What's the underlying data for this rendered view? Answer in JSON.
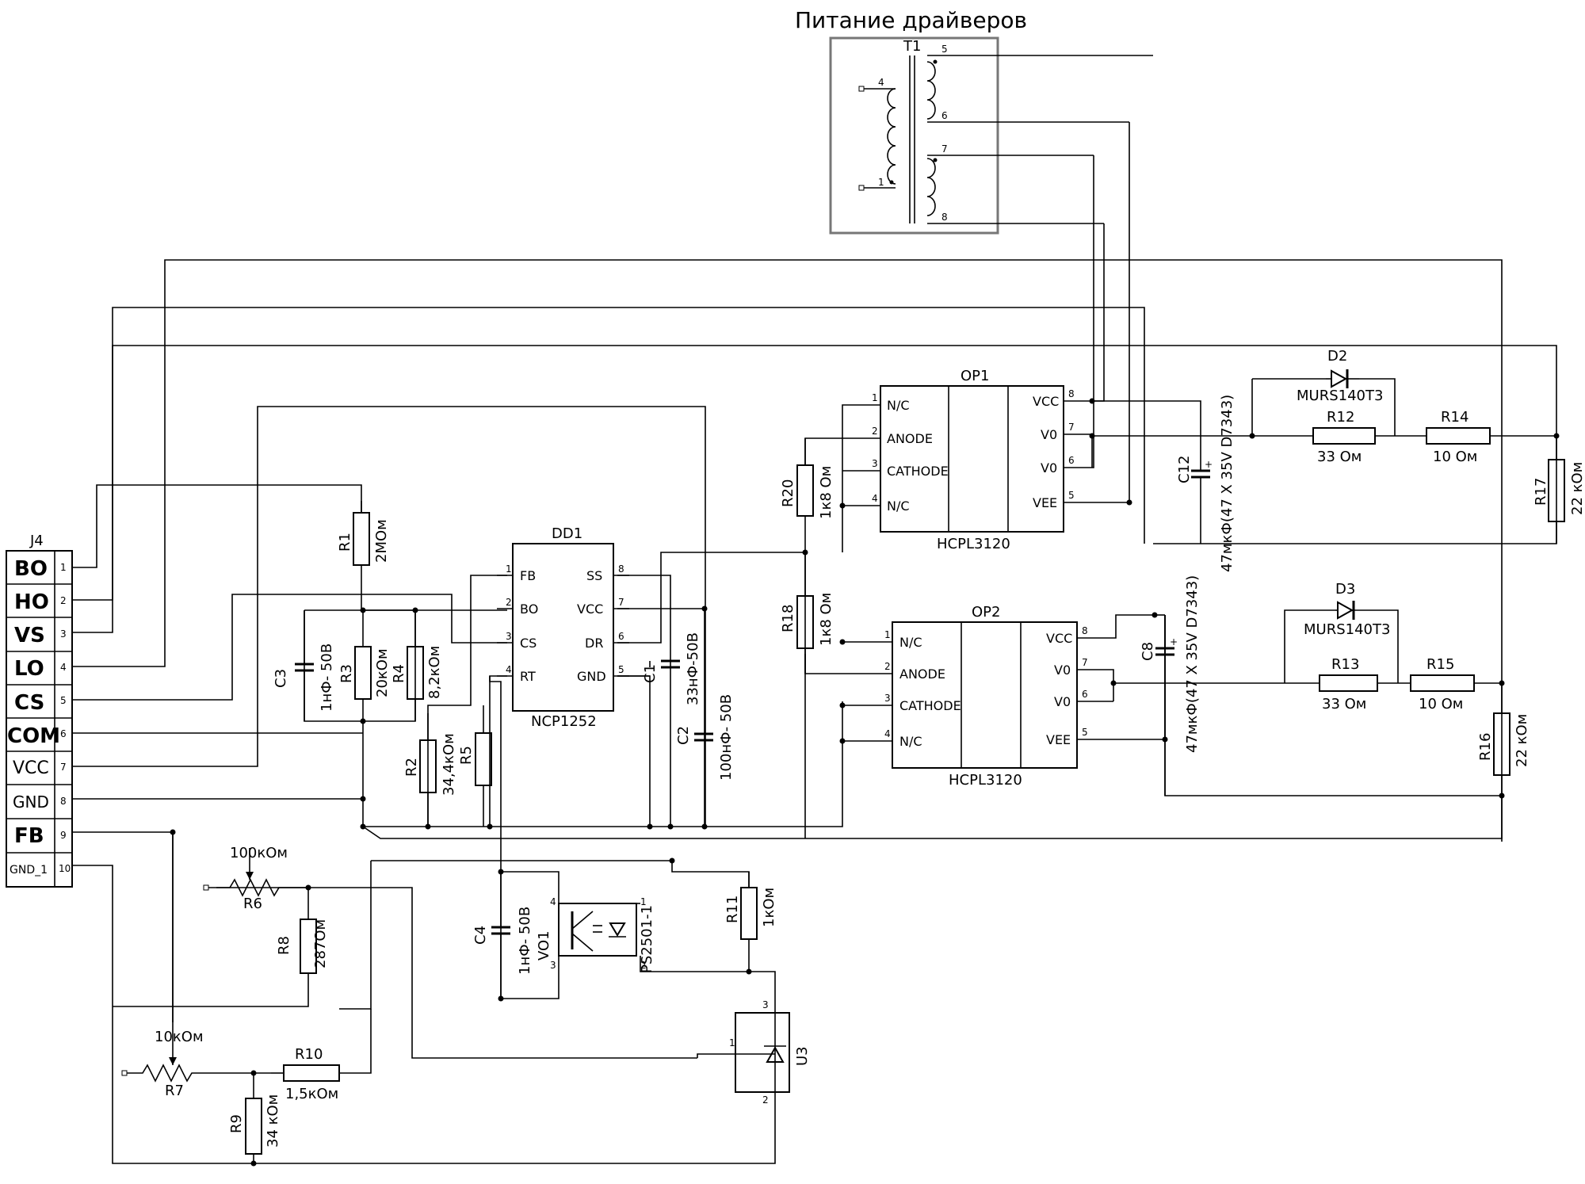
{
  "title": "Питание драйверов",
  "transformer": {
    "ref": "T1",
    "pins": [
      "1",
      "4",
      "5",
      "6",
      "7",
      "8"
    ]
  },
  "connector": {
    "ref": "J4",
    "pins": [
      {
        "num": "1",
        "label": "BO"
      },
      {
        "num": "2",
        "label": "HO"
      },
      {
        "num": "3",
        "label": "VS"
      },
      {
        "num": "4",
        "label": "LO"
      },
      {
        "num": "5",
        "label": "CS"
      },
      {
        "num": "6",
        "label": "COM"
      },
      {
        "num": "7",
        "label": "VCC"
      },
      {
        "num": "8",
        "label": "GND"
      },
      {
        "num": "9",
        "label": "FB"
      },
      {
        "num": "10",
        "label": "GND_1"
      }
    ]
  },
  "dd1": {
    "ref": "DD1",
    "part": "NCP1252",
    "left_pins": [
      {
        "num": "1",
        "name": "FB"
      },
      {
        "num": "2",
        "name": "BO"
      },
      {
        "num": "3",
        "name": "CS"
      },
      {
        "num": "4",
        "name": "RT"
      }
    ],
    "right_pins": [
      {
        "num": "8",
        "name": "SS"
      },
      {
        "num": "7",
        "name": "VCC"
      },
      {
        "num": "6",
        "name": "DR"
      },
      {
        "num": "5",
        "name": "GND"
      }
    ]
  },
  "op1": {
    "ref": "OP1",
    "part": "HCPL3120",
    "left_pins": [
      {
        "num": "1",
        "name": "N/C"
      },
      {
        "num": "2",
        "name": "ANODE"
      },
      {
        "num": "3",
        "name": "CATHODE"
      },
      {
        "num": "4",
        "name": "N/C"
      }
    ],
    "right_pins": [
      {
        "num": "8",
        "name": "VCC"
      },
      {
        "num": "7",
        "name": "V0"
      },
      {
        "num": "6",
        "name": "V0"
      },
      {
        "num": "5",
        "name": "VEE"
      }
    ]
  },
  "op2": {
    "ref": "OP2",
    "part": "HCPL3120",
    "left_pins": [
      {
        "num": "1",
        "name": "N/C"
      },
      {
        "num": "2",
        "name": "ANODE"
      },
      {
        "num": "3",
        "name": "CATHODE"
      },
      {
        "num": "4",
        "name": "N/C"
      }
    ],
    "right_pins": [
      {
        "num": "8",
        "name": "VCC"
      },
      {
        "num": "7",
        "name": "V0"
      },
      {
        "num": "6",
        "name": "V0"
      },
      {
        "num": "5",
        "name": "VEE"
      }
    ]
  },
  "resistors": {
    "R1": {
      "ref": "R1",
      "value": "2МОм"
    },
    "R2": {
      "ref": "R2",
      "value": "34,4кОм"
    },
    "R3": {
      "ref": "R3",
      "value": "20кОм"
    },
    "R4": {
      "ref": "R4",
      "value": "8,2кОм"
    },
    "R5": {
      "ref": "R5",
      "value": ""
    },
    "R6": {
      "ref": "R6",
      "value": "100кОм"
    },
    "R7": {
      "ref": "R7",
      "value": "10кОм"
    },
    "R8": {
      "ref": "R8",
      "value": "287Ом"
    },
    "R9": {
      "ref": "R9",
      "value": "34 кОм"
    },
    "R10": {
      "ref": "R10",
      "value": "1,5кОм"
    },
    "R11": {
      "ref": "R11",
      "value": "1кОм"
    },
    "R12": {
      "ref": "R12",
      "value": "33 Ом"
    },
    "R13": {
      "ref": "R13",
      "value": "33 Ом"
    },
    "R14": {
      "ref": "R14",
      "value": "10 Ом"
    },
    "R15": {
      "ref": "R15",
      "value": "10 Ом"
    },
    "R16": {
      "ref": "R16",
      "value": "22 кОм"
    },
    "R17": {
      "ref": "R17",
      "value": "22 кОм"
    },
    "R18": {
      "ref": "R18",
      "value": "1к8 Ом"
    },
    "R20": {
      "ref": "R20",
      "value": "1к8 Ом"
    }
  },
  "capacitors": {
    "C1": {
      "ref": "C1",
      "value": "33нФ-50В"
    },
    "C2": {
      "ref": "C2",
      "value": "100нФ- 50В"
    },
    "C3": {
      "ref": "C3",
      "value": "1нФ- 50В"
    },
    "C4": {
      "ref": "C4",
      "value": "1нФ- 50В"
    },
    "C8": {
      "ref": "C8",
      "value": "47мкФ(47 X 35V D7343)"
    },
    "C12": {
      "ref": "C12",
      "value": "47мкФ(47 X 35V D7343)"
    }
  },
  "diodes": {
    "D2": {
      "ref": "D2",
      "part": "MURS140T3"
    },
    "D3": {
      "ref": "D3",
      "part": "MURS140T3"
    }
  },
  "vo1": {
    "ref": "VO1",
    "part": "PS2501-1",
    "pins": [
      "1",
      "2",
      "3",
      "4"
    ]
  },
  "u3": {
    "ref": "U3",
    "pins": [
      "1",
      "2",
      "3"
    ]
  },
  "pin_labels": {
    "p1": "1",
    "p2": "2",
    "p3": "3",
    "p4": "4",
    "p5": "5",
    "p6": "6",
    "p7": "7",
    "p8": "8"
  }
}
